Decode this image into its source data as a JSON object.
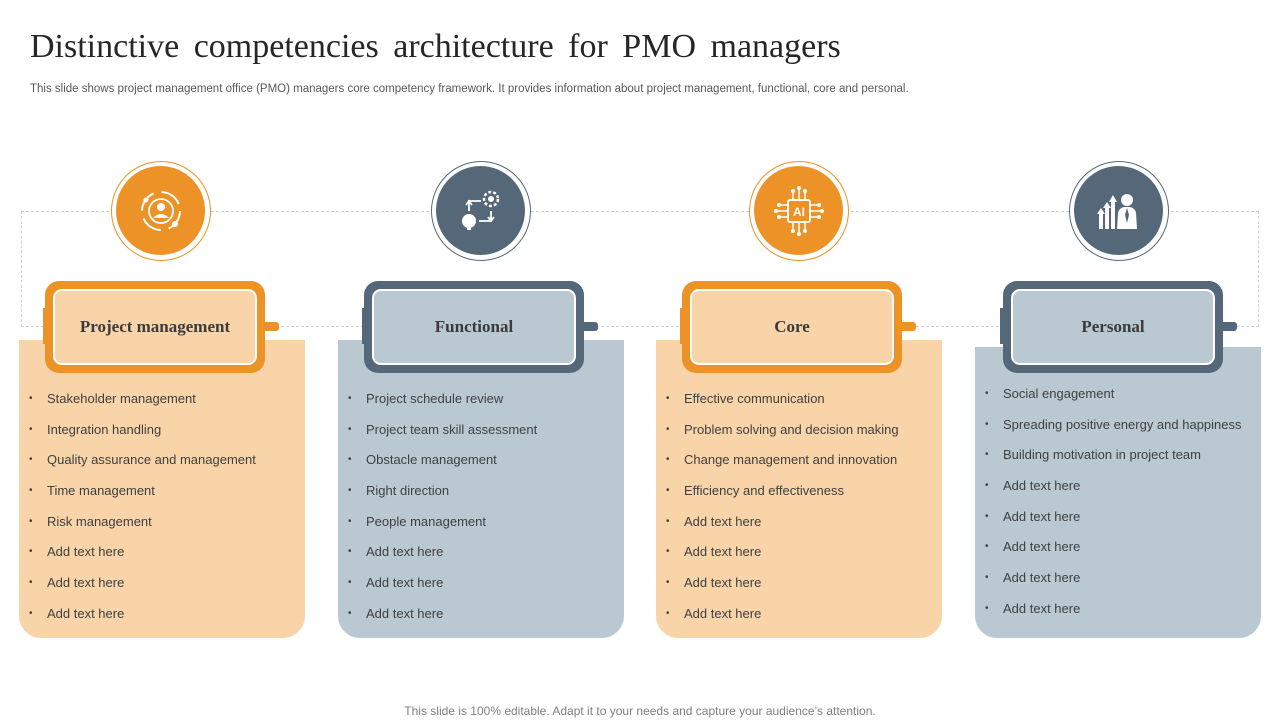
{
  "title": "Distinctive competencies architecture for PMO managers",
  "subtitle": "This slide shows project management office (PMO)  managers core competency framework. It provides information about project management, functional, core and personal.",
  "colors": {
    "orange": "#ec9227",
    "slate": "#55687a",
    "orange_light": "#f8d4a8",
    "slate_light": "#bac8d2"
  },
  "columns": [
    {
      "label": "Project management",
      "icon": "manager-target-icon",
      "items": [
        "Stakeholder management",
        "Integration handling",
        "Quality assurance and management",
        "Time management",
        "Risk management",
        "Add text here",
        "Add text here",
        "Add text here"
      ]
    },
    {
      "label": "Functional",
      "icon": "gear-lightbulb-process-icon",
      "items": [
        "Project schedule review",
        "Project team skill assessment",
        "Obstacle management",
        "Right direction",
        "People management",
        "Add text here",
        "Add text here",
        "Add text here"
      ]
    },
    {
      "label": "Core",
      "icon": "ai-chip-icon",
      "ai_text": "AI",
      "items": [
        "Effective communication",
        "Problem solving and decision making",
        "Change management and innovation",
        "Efficiency and effectiveness",
        "Add text here",
        "Add text here",
        "Add text here",
        "Add text here"
      ]
    },
    {
      "label": "Personal",
      "icon": "growth-person-icon",
      "items": [
        "Social engagement",
        "Spreading positive energy and happiness",
        "Building motivation in project team",
        "Add text here",
        "Add text here",
        "Add text here",
        "Add text here",
        "Add text here"
      ]
    }
  ],
  "footer": "This slide is 100% editable. Adapt it to your needs and capture your audience’s attention."
}
